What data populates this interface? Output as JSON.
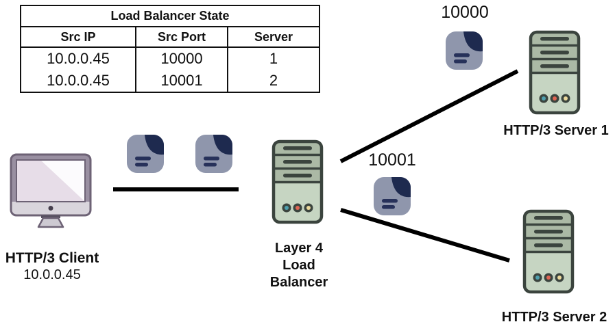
{
  "table": {
    "title": "Load Balancer State",
    "columns": [
      "Src IP",
      "Src Port",
      "Server"
    ],
    "rows": [
      [
        "10.0.0.45",
        "10000",
        "1"
      ],
      [
        "10.0.0.45",
        "10001",
        "2"
      ]
    ]
  },
  "client": {
    "label": "HTTP/3 Client",
    "ip": "10.0.0.45"
  },
  "load_balancer": {
    "label": "Layer 4\nLoad\nBalancer"
  },
  "servers": [
    {
      "label": "HTTP/3 Server 1"
    },
    {
      "label": "HTTP/3 Server 2"
    }
  ],
  "flows": [
    {
      "port": "10000"
    },
    {
      "port": "10001"
    }
  ],
  "colors": {
    "packet_body": "#8f96ac",
    "packet_fold": "#1e2a4f",
    "server_body_top": "#abb9a5",
    "server_body_bottom": "#c6d5c2",
    "server_outline": "#3b443e",
    "led_teal": "#4e9fae",
    "led_red": "#df6553",
    "led_yellow": "#ecd99c",
    "monitor_frame": "#6d6275",
    "monitor_screen": "#e7dde8",
    "link_line": "#000000"
  }
}
